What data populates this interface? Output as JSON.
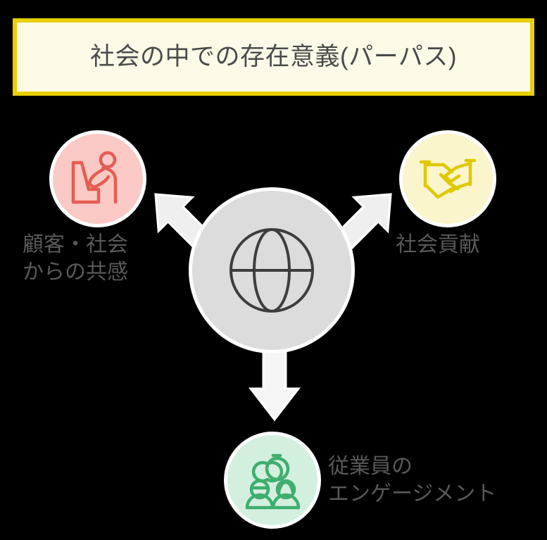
{
  "header": {
    "title": "社会の中での存在意義(パーパス)",
    "border_color": "#E8CF06",
    "fill_color": "#FDFBE7",
    "text_color": "#4A4A4A"
  },
  "center": {
    "icon_name": "globe-icon",
    "fill_color": "#DCDCDC",
    "icon_color": "#4A4A4A"
  },
  "nodes": [
    {
      "id": "customer-society",
      "label": "顧客・社会\nからの共感",
      "icon_name": "person-at-counter-icon",
      "fill_color": "#FBC9C5",
      "icon_color": "#E35D53",
      "text_color": "#595959"
    },
    {
      "id": "social-contribution",
      "label": "社会貢献",
      "icon_name": "handshake-icon",
      "fill_color": "#FAF5CA",
      "icon_color": "#DFC800",
      "text_color": "#595959"
    },
    {
      "id": "employee-engagement",
      "label": "従業員の\nエンゲージメント",
      "icon_name": "people-link-icon",
      "fill_color": "#D3F0DE",
      "icon_color": "#3FAE6E",
      "text_color": "#595959"
    }
  ],
  "arrows": [
    {
      "id": "arrow-up-left",
      "direction": "up-left",
      "color": "#EFEFEF"
    },
    {
      "id": "arrow-up-right",
      "direction": "up-right",
      "color": "#EFEFEF"
    },
    {
      "id": "arrow-down",
      "direction": "down",
      "color": "#F5F5F5"
    }
  ]
}
